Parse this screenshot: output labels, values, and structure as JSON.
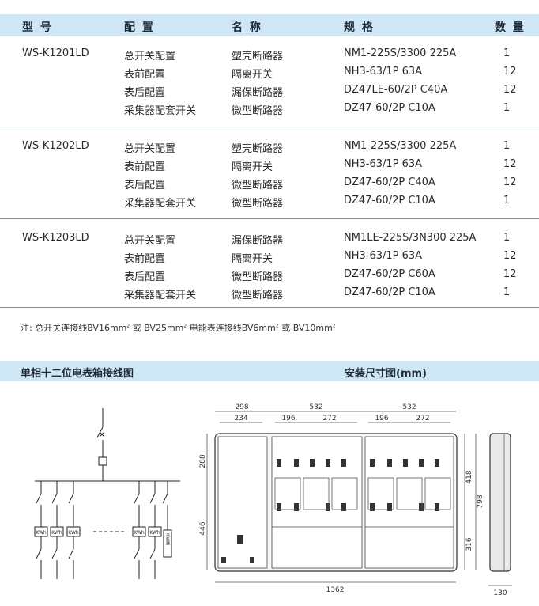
{
  "table": {
    "headers": [
      "型 号",
      "配 置",
      "名 称",
      "规 格",
      "数 量"
    ],
    "groups": [
      {
        "model": "WS-K1201LD",
        "rows": [
          {
            "config": "总开关配置",
            "name": "塑壳断路器",
            "spec": "NM1-225S/3300 225A",
            "qty": "1"
          },
          {
            "config": "表前配置",
            "name": "隔离开关",
            "spec": "NH3-63/1P 63A",
            "qty": "12"
          },
          {
            "config": "表后配置",
            "name": "漏保断路器",
            "spec": "DZ47LE-60/2P C40A",
            "qty": "12"
          },
          {
            "config": "采集器配套开关",
            "name": "微型断路器",
            "spec": "DZ47-60/2P C10A",
            "qty": "1"
          }
        ]
      },
      {
        "model": "WS-K1202LD",
        "rows": [
          {
            "config": "总开关配置",
            "name": "塑壳断路器",
            "spec": "NM1-225S/3300 225A",
            "qty": "1"
          },
          {
            "config": "表前配置",
            "name": "隔离开关",
            "spec": "NH3-63/1P 63A",
            "qty": "12"
          },
          {
            "config": "表后配置",
            "name": "微型断路器",
            "spec": "DZ47-60/2P C40A",
            "qty": "12"
          },
          {
            "config": "采集器配套开关",
            "name": "微型断路器",
            "spec": "DZ47-60/2P C10A",
            "qty": "1"
          }
        ]
      },
      {
        "model": "WS-K1203LD",
        "rows": [
          {
            "config": "总开关配置",
            "name": "漏保断路器",
            "spec": "NM1LE-225S/3N300 225A",
            "qty": "1"
          },
          {
            "config": "表前配置",
            "name": "隔离开关",
            "spec": "NH3-63/1P 63A",
            "qty": "12"
          },
          {
            "config": "表后配置",
            "name": "微型断路器",
            "spec": "DZ47-60/2P C60A",
            "qty": "12"
          },
          {
            "config": "采集器配套开关",
            "name": "微型断路器",
            "spec": "DZ47-60/2P C10A",
            "qty": "1"
          }
        ]
      }
    ]
  },
  "note": {
    "prefix": "注:",
    "part1": "总开关连接线BV16mm",
    "sup1": "2",
    "part2": " 或 BV25mm",
    "sup2": "2",
    "part3": " 电能表连接线BV6mm",
    "sup3": "2",
    "part4": " 或 BV10mm",
    "sup4": "2"
  },
  "section": {
    "wiring_title": "单相十二位电表箱接线图",
    "dims_title": "安装尺寸图(mm)"
  },
  "wiring": {
    "meter_label": "KWh",
    "collector_label": "采集器"
  },
  "dims": {
    "top_left_outer": "298",
    "top_left_inner": "234",
    "top_mid": "532",
    "top_mid_a": "196",
    "top_mid_b": "272",
    "top_right": "532",
    "top_right_a": "196",
    "top_right_b": "272",
    "left_upper": "288",
    "left_lower": "446",
    "right_upper": "418",
    "right_lower": "316",
    "right_total": "798",
    "bottom_total": "1362",
    "side_depth": "130"
  }
}
